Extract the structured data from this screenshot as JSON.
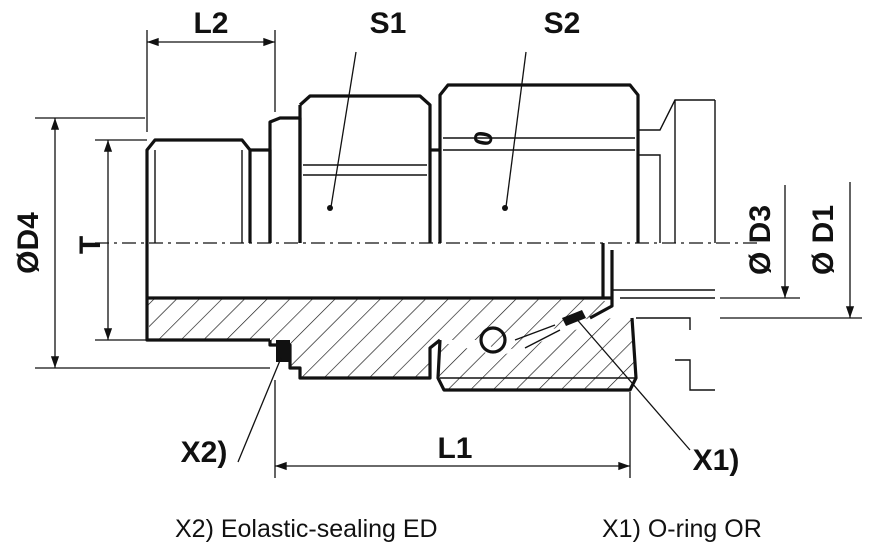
{
  "dimensions": {
    "l2": "L2",
    "s1": "S1",
    "s2": "S2",
    "d4": "ØD4",
    "t": "T",
    "d3": "Ø D3",
    "d1": "Ø D1",
    "l1": "L1",
    "nut_marking": "0"
  },
  "callouts": {
    "x1": "X1)",
    "x2": "X2)"
  },
  "legend": {
    "x2_note": "X2) Eolastic-sealing ED",
    "x1_note": "X1) O-ring OR"
  }
}
